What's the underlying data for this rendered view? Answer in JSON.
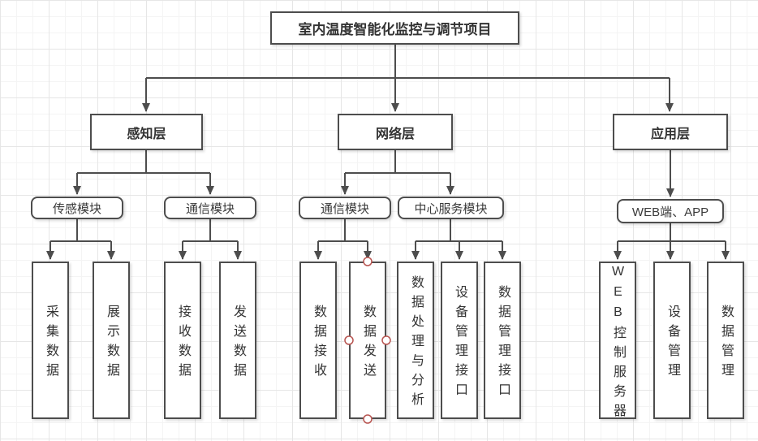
{
  "diagram": {
    "title": "室内温度智能化监控与调节项目",
    "layers": [
      {
        "label": "感知层"
      },
      {
        "label": "网络层"
      },
      {
        "label": "应用层"
      }
    ],
    "modules": [
      {
        "label": "传感模块"
      },
      {
        "label": "通信模块"
      },
      {
        "label": "通信模块"
      },
      {
        "label": "中心服务模块"
      },
      {
        "label": "WEB端、APP"
      }
    ],
    "leaves": [
      {
        "label": "采集数据"
      },
      {
        "label": "展示数据"
      },
      {
        "label": "接收数据"
      },
      {
        "label": "发送数据"
      },
      {
        "label": "数据接收"
      },
      {
        "label": "数据发送",
        "selected": true
      },
      {
        "label": "数据处理与分析"
      },
      {
        "label": "设备管理接口"
      },
      {
        "label": "数据管理接口"
      },
      {
        "label": "WEB控制服务器"
      },
      {
        "label": "设备管理"
      },
      {
        "label": "数据管理"
      }
    ],
    "colors": {
      "connector": "#4d4d4d",
      "node_border": "#4d4d4d",
      "node_fill": "#ffffff",
      "selection_handle": "#b85450",
      "text": "#333333"
    }
  }
}
